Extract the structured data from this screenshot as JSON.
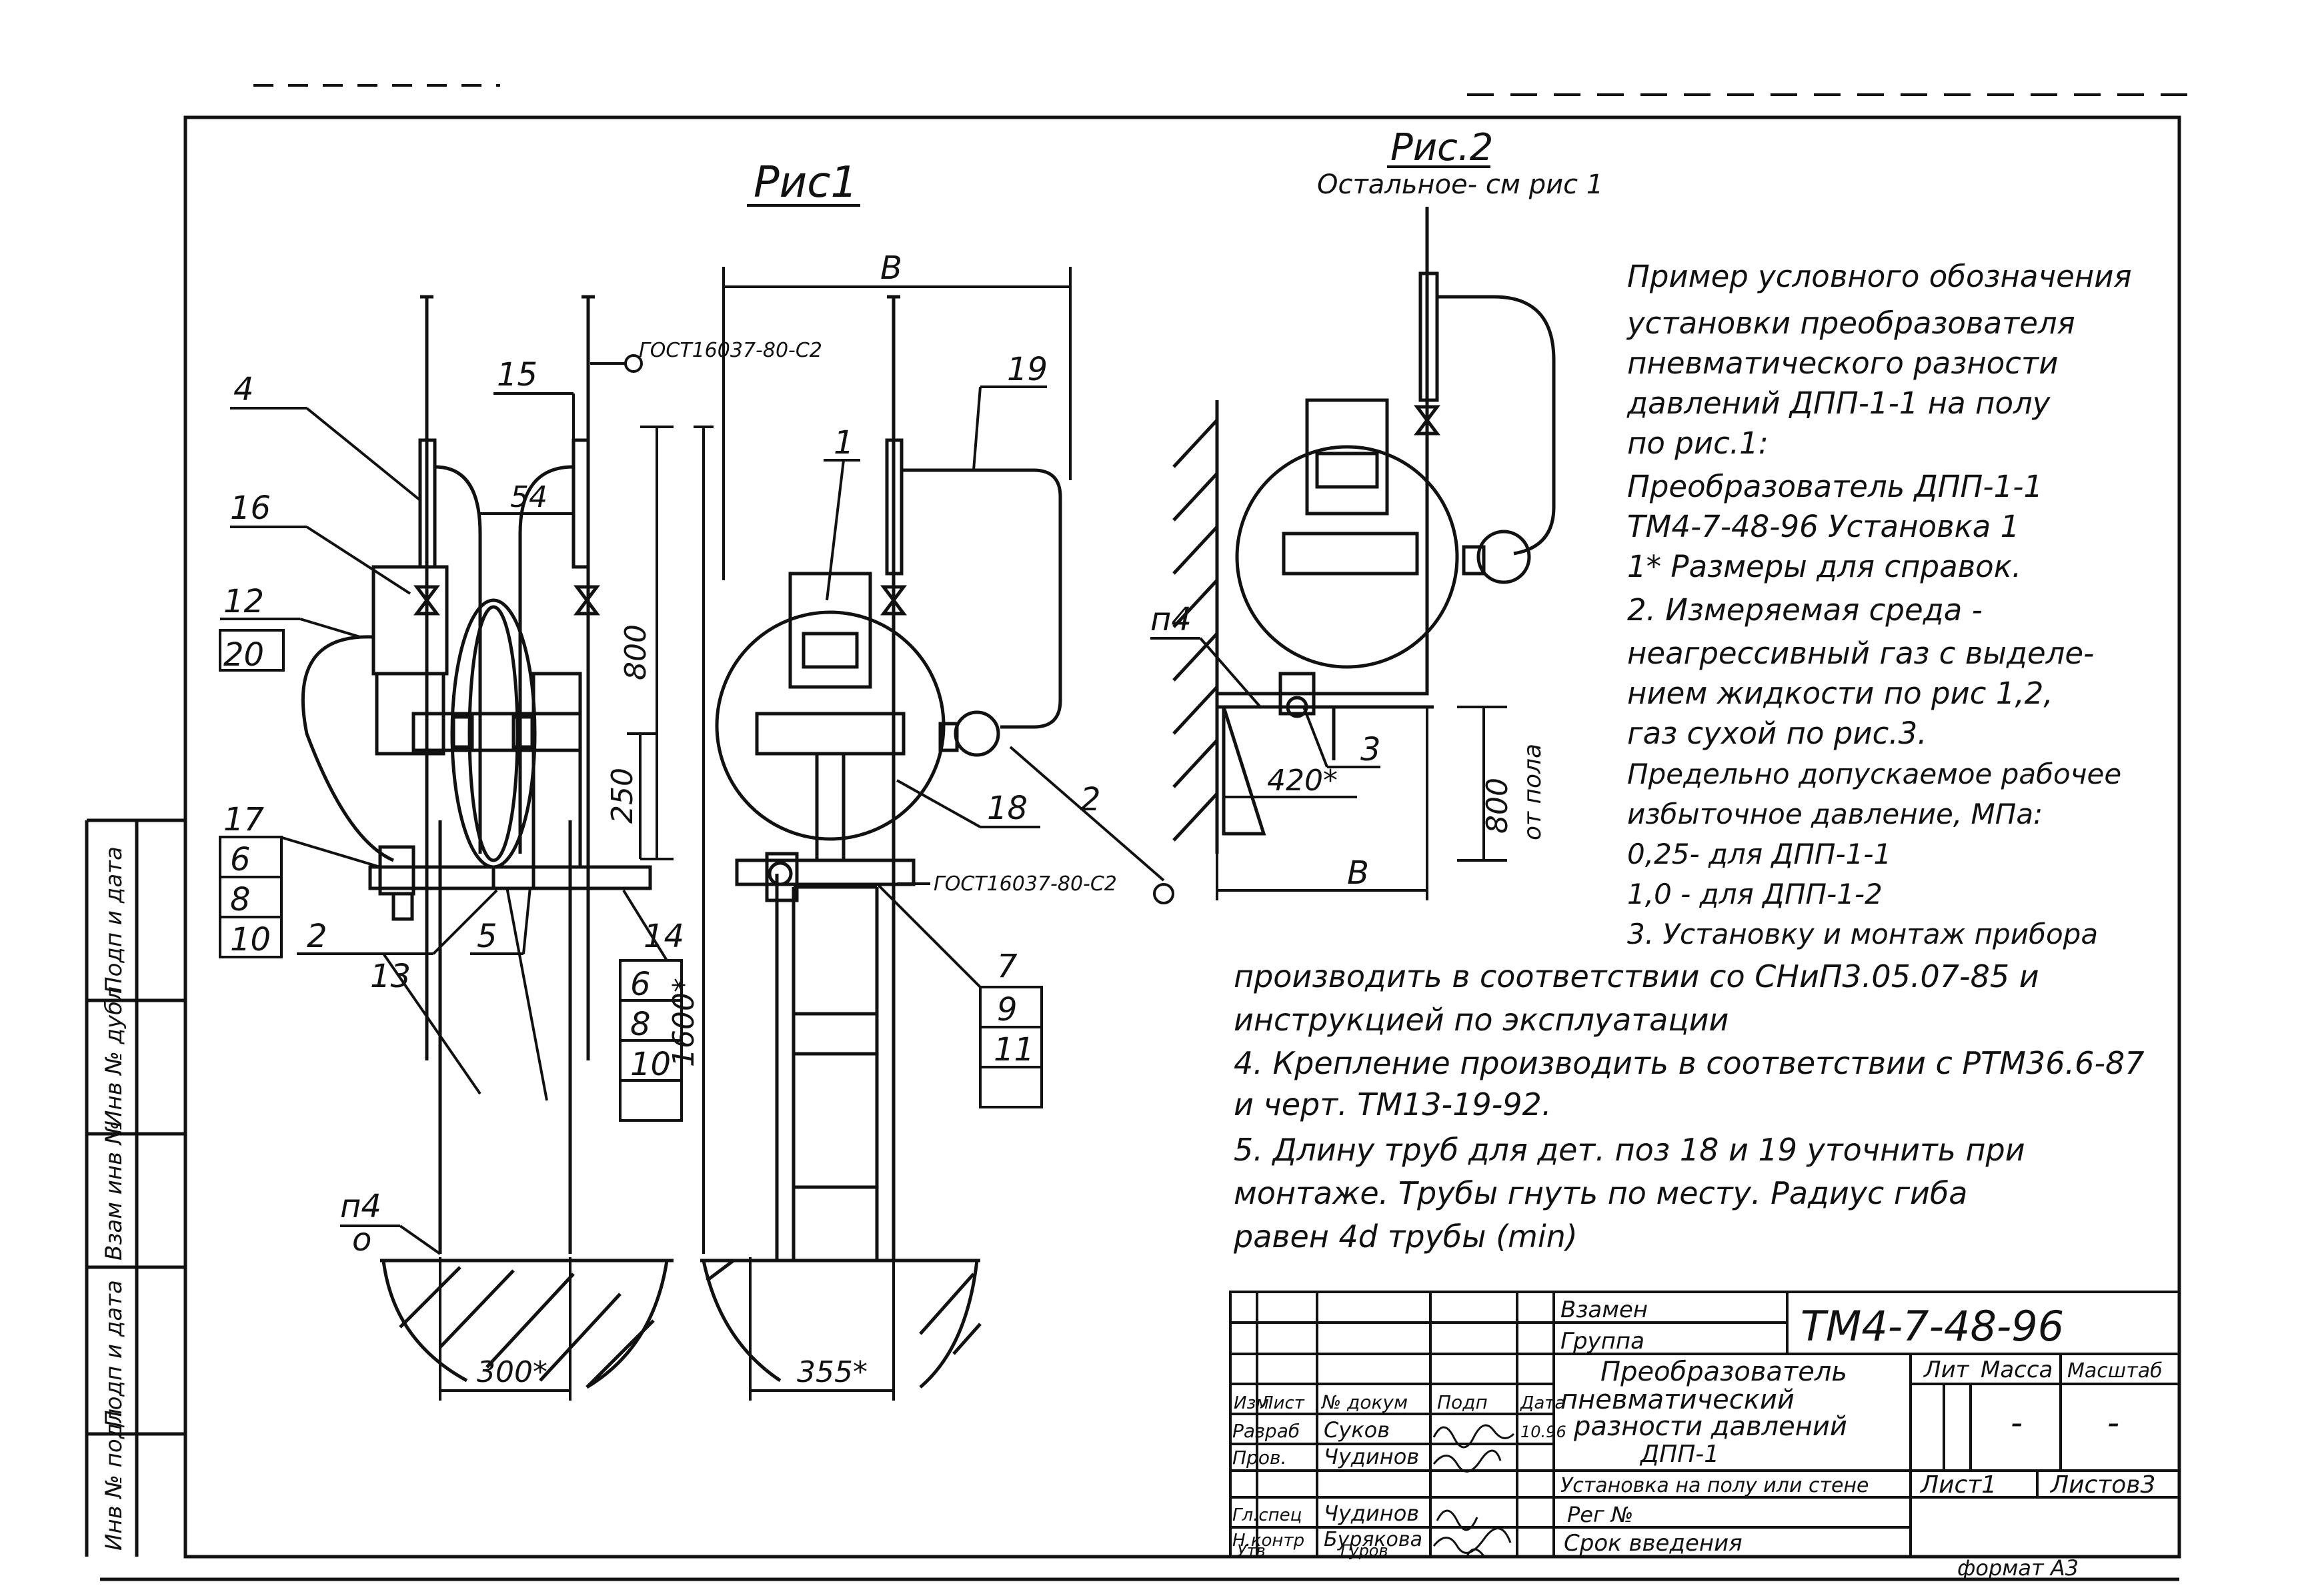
{
  "figures": {
    "fig1_title": "Рис1",
    "fig2_title": "Рис.2",
    "fig2_subtitle": "Остальное- см рис 1"
  },
  "callouts": {
    "c4": "4",
    "c16": "16",
    "c12": "12",
    "c20": "20",
    "c17": "17",
    "c6a": "6",
    "c8a": "8",
    "c10a": "10",
    "c2a": "2",
    "c13": "13",
    "c5": "5",
    "c14": "14",
    "c6b": "6",
    "c8b": "8",
    "c10b": "10",
    "c15": "15",
    "c1": "1",
    "c19": "19",
    "c18": "18",
    "c7": "7",
    "c9": "9",
    "c11": "11",
    "c2b": "2",
    "c3": "3"
  },
  "dimensions": {
    "d54": "54",
    "d800": "800",
    "d250": "250",
    "d1600": "1600*",
    "dB1": "B",
    "dB2": "B",
    "d420": "420*",
    "d800b": "800",
    "d800b_note": "от пола",
    "d300": "300*",
    "d355": "355*"
  },
  "marks": {
    "gost_top": "ГОСТ16037-80-С2",
    "gost_mid": "ГОСТ16037-80-С2",
    "weld_n4_left": "п4",
    "weld_n4_right": "п4",
    "circle_o": "о"
  },
  "notes": [
    "Пример условного обозначения",
    "установки преобразователя",
    "пневматического разности",
    "давлений ДПП-1-1 на полу",
    "по рис.1:",
    "Преобразователь ДПП-1-1",
    "ТМ4-7-48-96   Установка 1",
    "1* Размеры для справок.",
    "2. Измеряемая среда -",
    "неагрессивный газ с выделе-",
    "нием жидкости по рис 1,2,",
    "газ сухой по рис.3.",
    "Предельно допускаемое рабочее",
    "избыточное давление, МПа:",
    "0,25- для ДПП-1-1",
    "1,0 - для ДПП-1-2",
    "3. Установку и монтаж прибора",
    "производить в соответствии со СНиП3.05.07-85 и",
    "инструкцией по эксплуатации",
    "4. Крепление производить в соответствии с РТМ36.6-87",
    "и черт. ТМ13-19-92.",
    "5. Длину труб для дет. поз 18 и 19 уточнить при",
    "монтаже. Трубы гнуть по месту. Радиус гиба",
    "равен 4d трубы (min)"
  ],
  "side_stamp": [
    "Подп и дата",
    "Инв № дубл",
    "Взам инв №",
    "Подп и дата",
    "Инв № подл"
  ],
  "title_block": {
    "doc_code": "ТМ4-7-48-96",
    "vzamen": "Взамен",
    "gruppa": "Группа",
    "title_l1": "Преобразователь",
    "title_l2": "пневматический",
    "title_l3": "разности давлений",
    "title_l4": "ДПП-1",
    "subtitle": "Установка на полу или стене",
    "reg": "Рег №",
    "srok": "Срок введения",
    "lit": "Лит",
    "massa": "Масса",
    "masshtab": "Масштаб",
    "dash1": "-",
    "dash2": "-",
    "list": "Лист1",
    "listov": "Листов3",
    "format": "формат А3",
    "hdr_izm": "Изм",
    "hdr_list": "Лист",
    "hdr_doc": "№ докум",
    "hdr_podp": "Подп",
    "hdr_data": "Дата",
    "role1": "Разраб",
    "name1": "Суков",
    "date1": "10.96",
    "role2": "Пров.",
    "name2": "Чудинов",
    "role3": "Гл.спец",
    "name3": "Чудинов",
    "role4": "Н.контр",
    "name4": "Бурякова",
    "role5": "Утв",
    "name5": "Гуров"
  }
}
